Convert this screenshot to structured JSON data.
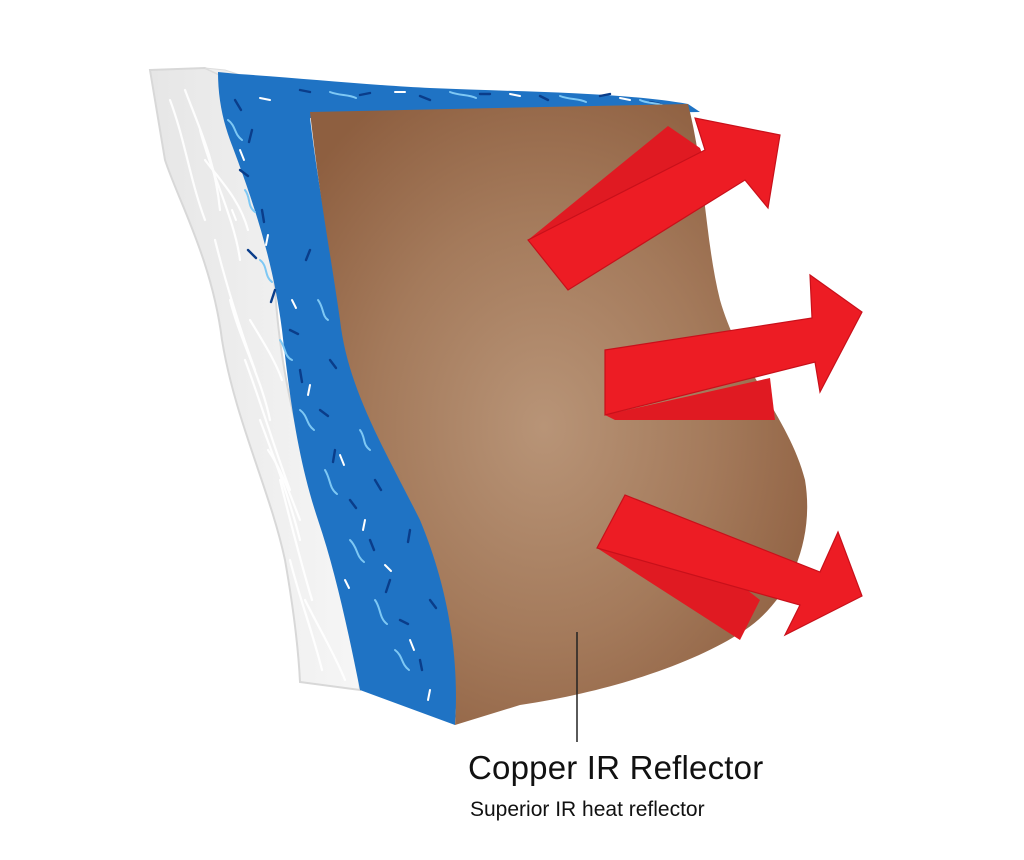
{
  "callout": {
    "title": "Copper IR Reflector",
    "subtitle": "Superior IR heat reflector"
  },
  "layers": [
    {
      "name": "outer-white-fabric",
      "color": "#ececec"
    },
    {
      "name": "blue-fiber-insulation",
      "color": "#1f73c4"
    },
    {
      "name": "copper-ir-reflector",
      "color": "#9a6a4c"
    }
  ],
  "arrows": {
    "count": 3,
    "color": "#ed1c24",
    "meaning": "reflected-ir-heat"
  },
  "colors": {
    "copper_center": "#b89477",
    "copper_edge": "#8e5f40",
    "blue": "#1f73c4",
    "red": "#ed1c24",
    "text": "#111111"
  }
}
